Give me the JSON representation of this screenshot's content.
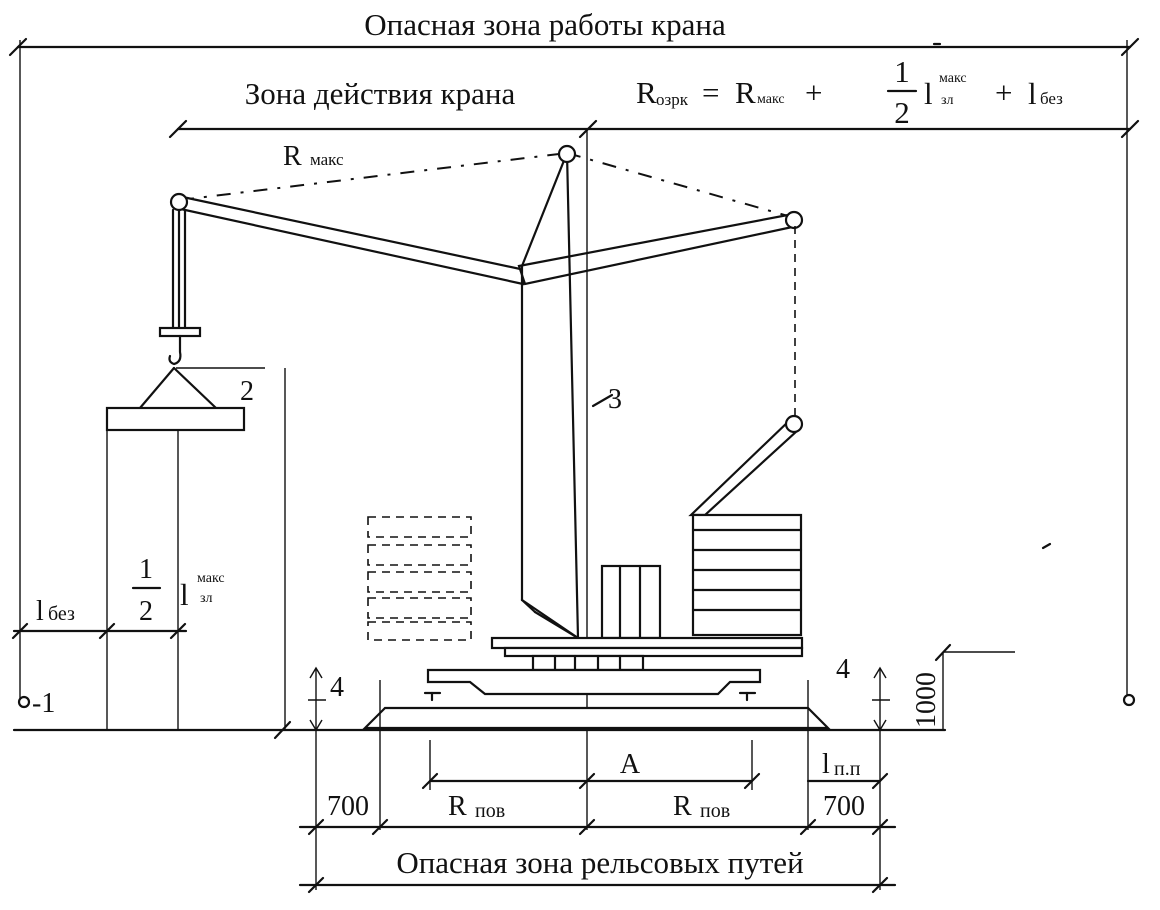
{
  "texts": {
    "danger_zone_crane": "Опасная зона работы крана",
    "action_zone_crane": "Зона действия крана",
    "formula_lhs": "R",
    "formula_lhs_sub": "озрк",
    "formula_eq": "=",
    "formula_r": "R",
    "formula_r_sub": "макс",
    "formula_plus1": "+",
    "frac_num": "1",
    "frac_den": "2",
    "formula_l": "l",
    "formula_l_sup": "макс",
    "formula_l_sub": "зл",
    "formula_plus2": "+",
    "formula_lbez": "l",
    "formula_lbez_sub": "без",
    "r_max": "R",
    "r_max_sub": "макс",
    "label_1": "-1",
    "label_2": "2",
    "label_3": "3",
    "label_4_left": "4",
    "label_4_right": "4",
    "l_bez": "l",
    "l_bez_sub": "без",
    "half_num": "1",
    "half_den": "2",
    "l_zl": "l",
    "l_zl_sup": "макс",
    "l_zl_sub": "зл",
    "dim_1000": "1000",
    "dim_A": "A",
    "l_pp": "l",
    "l_pp_sub": "п.п",
    "dim_700_left": "700",
    "dim_700_right": "700",
    "r_pov_left": "R",
    "r_pov_left_sub": "пов",
    "r_pov_right": "R",
    "r_pov_right_sub": "пов",
    "danger_zone_rails": "Опасная зона рельсовых путей"
  }
}
